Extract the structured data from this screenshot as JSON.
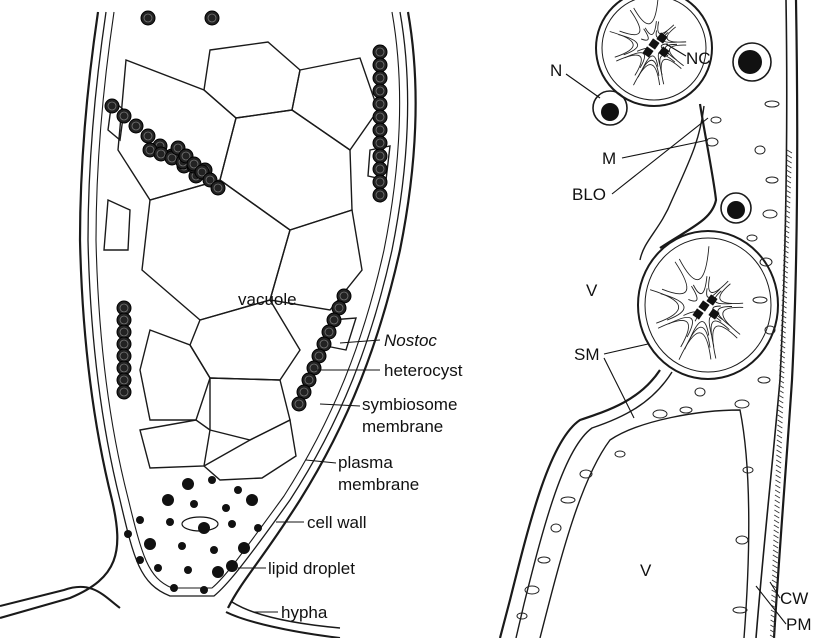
{
  "left_panel": {
    "labels": {
      "vacuole": "vacuole",
      "nostoc": "Nostoc",
      "heterocyst": "heterocyst",
      "symbiosome_1": "symbiosome",
      "symbiosome_2": "membrane",
      "plasma_1": "plasma",
      "plasma_2": "membrane",
      "cell_wall": "cell wall",
      "lipid_droplet": "lipid droplet",
      "hypha": "hypha"
    }
  },
  "right_panel": {
    "labels": {
      "n": "N",
      "nc": "NC",
      "m": "M",
      "blo": "BLO",
      "v_top": "V",
      "sm": "SM",
      "v_bottom": "V",
      "cw": "CW",
      "pm": "PM"
    }
  }
}
